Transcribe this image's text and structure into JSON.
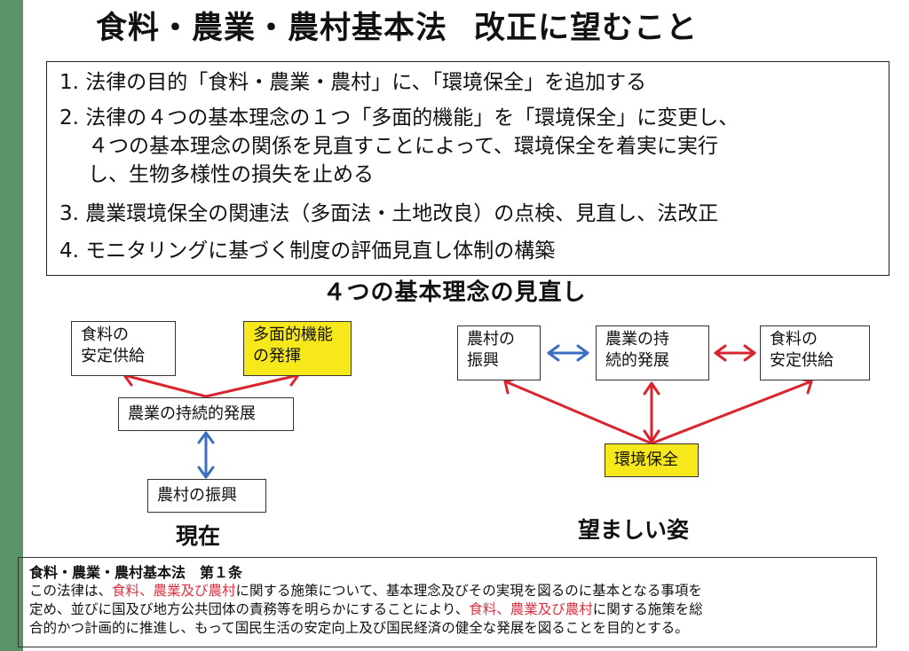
{
  "title": {
    "part1": "食料・農業・農村基本法",
    "part2": "改正に望むこと"
  },
  "goals": [
    {
      "number": "1.",
      "lines": [
        "法律の目的「食料・農業・農村」に、「環境保全」を追加する"
      ]
    },
    {
      "number": "2.",
      "lines": [
        "法律の４つの基本理念の１つ「多面的機能」を「環境保全」に変更し、",
        "４つの基本理念の関係を見直すことによって、環境保全を着実に実行",
        "し、生物多様性の損失を止める"
      ]
    },
    {
      "number": "3.",
      "lines": [
        "農業環境保全の関連法（多面法・土地改良）の点検、見直し、法改正"
      ]
    },
    {
      "number": "4.",
      "lines": [
        "モニタリングに基づく制度の評価見直し体制の構築"
      ]
    }
  ],
  "section_title": "４つの基本理念の見直し",
  "current": {
    "caption": "現在",
    "nodes": {
      "food": [
        "食料の",
        "安定供給"
      ],
      "multi": [
        "多面的機能",
        "の発揮"
      ],
      "sustain": [
        "農業の持続的発展"
      ],
      "rural": [
        "農村の振興"
      ]
    }
  },
  "desired": {
    "caption": "望ましい姿",
    "nodes": {
      "rural": [
        "農村の",
        "振興"
      ],
      "sustain": [
        "農業の持",
        "続的発展"
      ],
      "food": [
        "食料の",
        "安定供給"
      ],
      "env": [
        "環境保全"
      ]
    }
  },
  "law": {
    "title": "食料・農業・農村基本法　第１条",
    "line1": {
      "a": "この法律は、",
      "b": "食料、農業及び農村",
      "c": "に関する施策について、基本理念及びその実現を図るのに基本となる事項を"
    },
    "line2": {
      "a": "定め、並びに国及び地方公共団体の責務等を明らかにすることにより、",
      "b": "食料、農業及び農村",
      "c": "に関する施策を総"
    },
    "line3": "合的かつ計画的に推進し、もって国民生活の安定向上及び国民経済の健全な発展を図ることを目的とする。"
  },
  "colors": {
    "sidebar": "#5a9466",
    "highlight": "#f7e81b",
    "arrow_red": "#d9262e",
    "arrow_blue": "#3a6ec0",
    "law_red": "#e03040"
  }
}
